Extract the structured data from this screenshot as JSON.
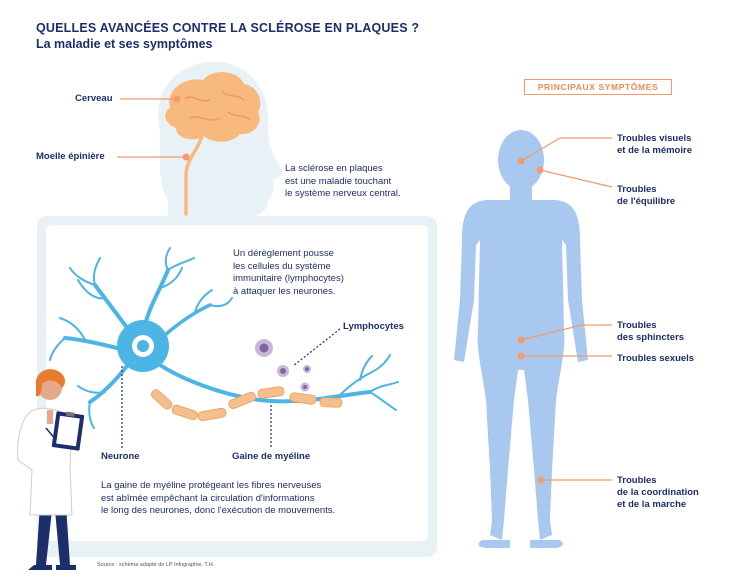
{
  "header": {
    "title": "QUELLES AVANCÉES CONTRE LA SCLÉROSE EN PLAQUES ?",
    "subtitle": "La maladie et ses symptômes"
  },
  "anatomy": {
    "brain_label": "Cerveau",
    "spinal_cord_label": "Moelle épinière",
    "intro_lines": [
      "La sclérose en plaques",
      "est une maladie touchant",
      "le système nerveux central."
    ]
  },
  "neuron_panel": {
    "immune_lines": [
      "Un dérèglement pousse",
      "les cellules du système",
      "immunitaire (lymphocytes)",
      "à attaquer les neurones."
    ],
    "lymphocytes_label": "Lymphocytes",
    "neuron_label": "Neurone",
    "myelin_label": "Gaine de myéline",
    "myelin_lines": [
      "La gaine de myéline protégeant les fibres nerveuses",
      "est abîmée empêchant la circulation d'informations",
      "le long des neurones, donc l'exécution de mouvements."
    ]
  },
  "symptoms": {
    "badge": "PRINCIPAUX SYMPTÔMES",
    "visual": [
      "Troubles visuels",
      "et de la mémoire"
    ],
    "balance": [
      "Troubles",
      "de l'équilibre"
    ],
    "sphincters": [
      "Troubles",
      "des sphincters"
    ],
    "sexual": [
      "Troubles sexuels"
    ],
    "coordination": [
      "Troubles",
      "de la coordination",
      "et de la marche"
    ]
  },
  "source": "Source : schéma adapté de LP Infographie. T.H.",
  "colors": {
    "navy": "#1e2d6b",
    "orange": "#f29b6b",
    "body_blue": "#a8c8f0",
    "panel_bg": "#e8f1f5",
    "neuron_blue": "#4db4e6",
    "myelin": "#f5bf8c"
  }
}
